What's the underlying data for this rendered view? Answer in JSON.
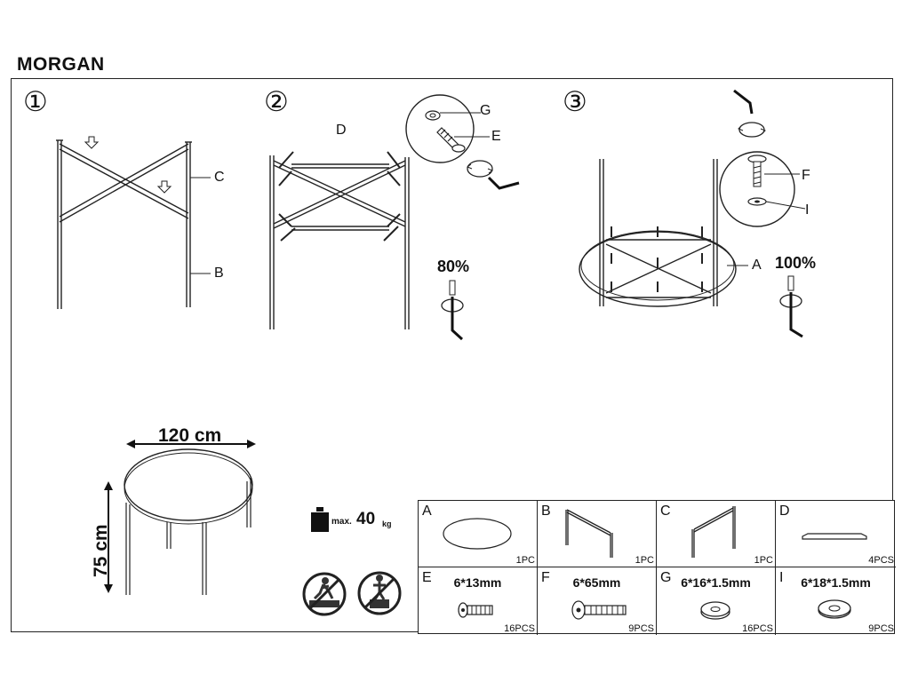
{
  "title": "MORGAN",
  "steps": {
    "s1": {
      "number": "①",
      "labels": {
        "c": "C",
        "b": "B"
      }
    },
    "s2": {
      "number": "②",
      "labels": {
        "d": "D",
        "g": "G",
        "e": "E"
      },
      "tighten": "80%"
    },
    "s3": {
      "number": "③",
      "labels": {
        "f": "F",
        "i": "I",
        "a": "A"
      },
      "tighten": "100%"
    }
  },
  "dimensions": {
    "width": "120 cm",
    "height": "75 cm"
  },
  "load": {
    "prefix": "max.",
    "value": "40",
    "unit": "kg"
  },
  "warnings": [
    "no-standing-on-table-icon",
    "no-climbing-icon"
  ],
  "parts": [
    {
      "letter": "A",
      "qty": "1PC",
      "size": "",
      "icon": "round-tabletop-icon"
    },
    {
      "letter": "B",
      "qty": "1PC",
      "size": "",
      "icon": "leg-frame-b-icon"
    },
    {
      "letter": "C",
      "qty": "1PC",
      "size": "",
      "icon": "leg-frame-c-icon"
    },
    {
      "letter": "D",
      "qty": "4PCS",
      "size": "",
      "icon": "bracket-d-icon"
    },
    {
      "letter": "E",
      "qty": "16PCS",
      "size": "6*13mm",
      "icon": "short-bolt-icon"
    },
    {
      "letter": "F",
      "qty": "9PCS",
      "size": "6*65mm",
      "icon": "long-bolt-icon"
    },
    {
      "letter": "G",
      "qty": "16PCS",
      "size": "6*16*1.5mm",
      "icon": "washer-icon"
    },
    {
      "letter": "I",
      "qty": "9PCS",
      "size": "6*18*1.5mm",
      "icon": "washer-icon"
    }
  ]
}
